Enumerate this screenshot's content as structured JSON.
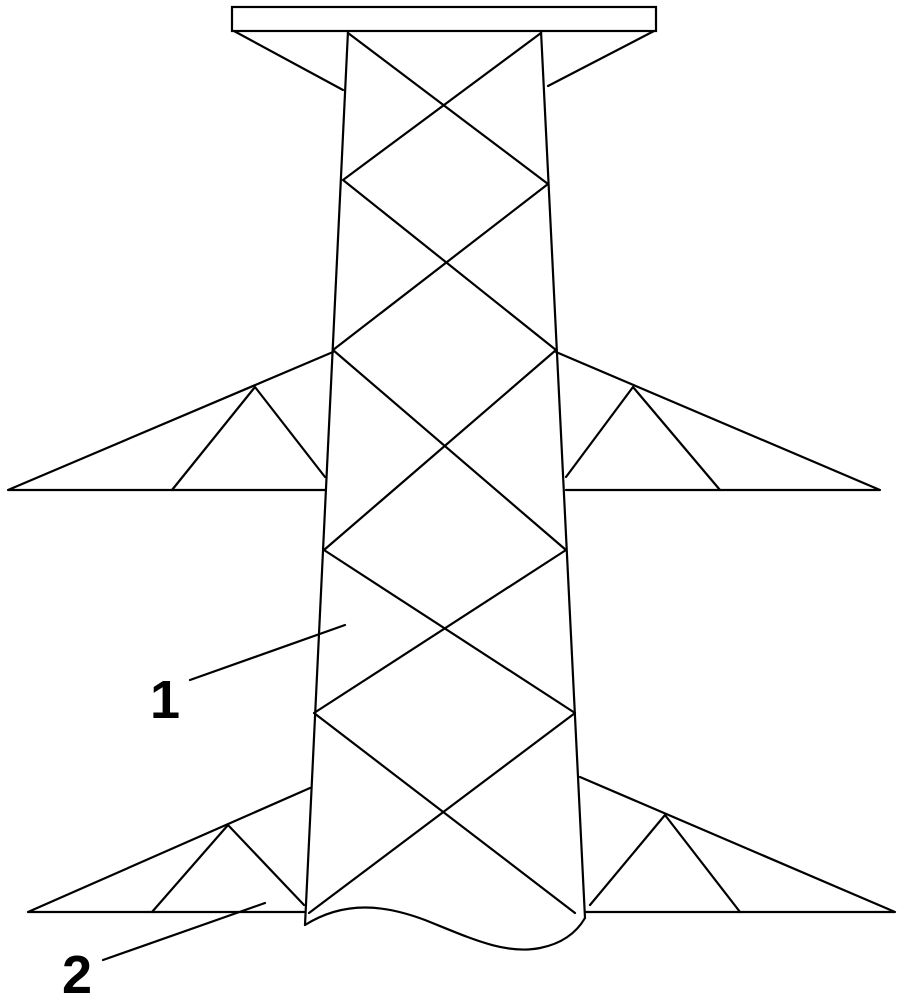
{
  "figure": {
    "labels": [
      {
        "id": "1",
        "text": "1"
      },
      {
        "id": "2",
        "text": "2"
      }
    ],
    "stroke_color": "#000000",
    "background_color": "#ffffff"
  }
}
